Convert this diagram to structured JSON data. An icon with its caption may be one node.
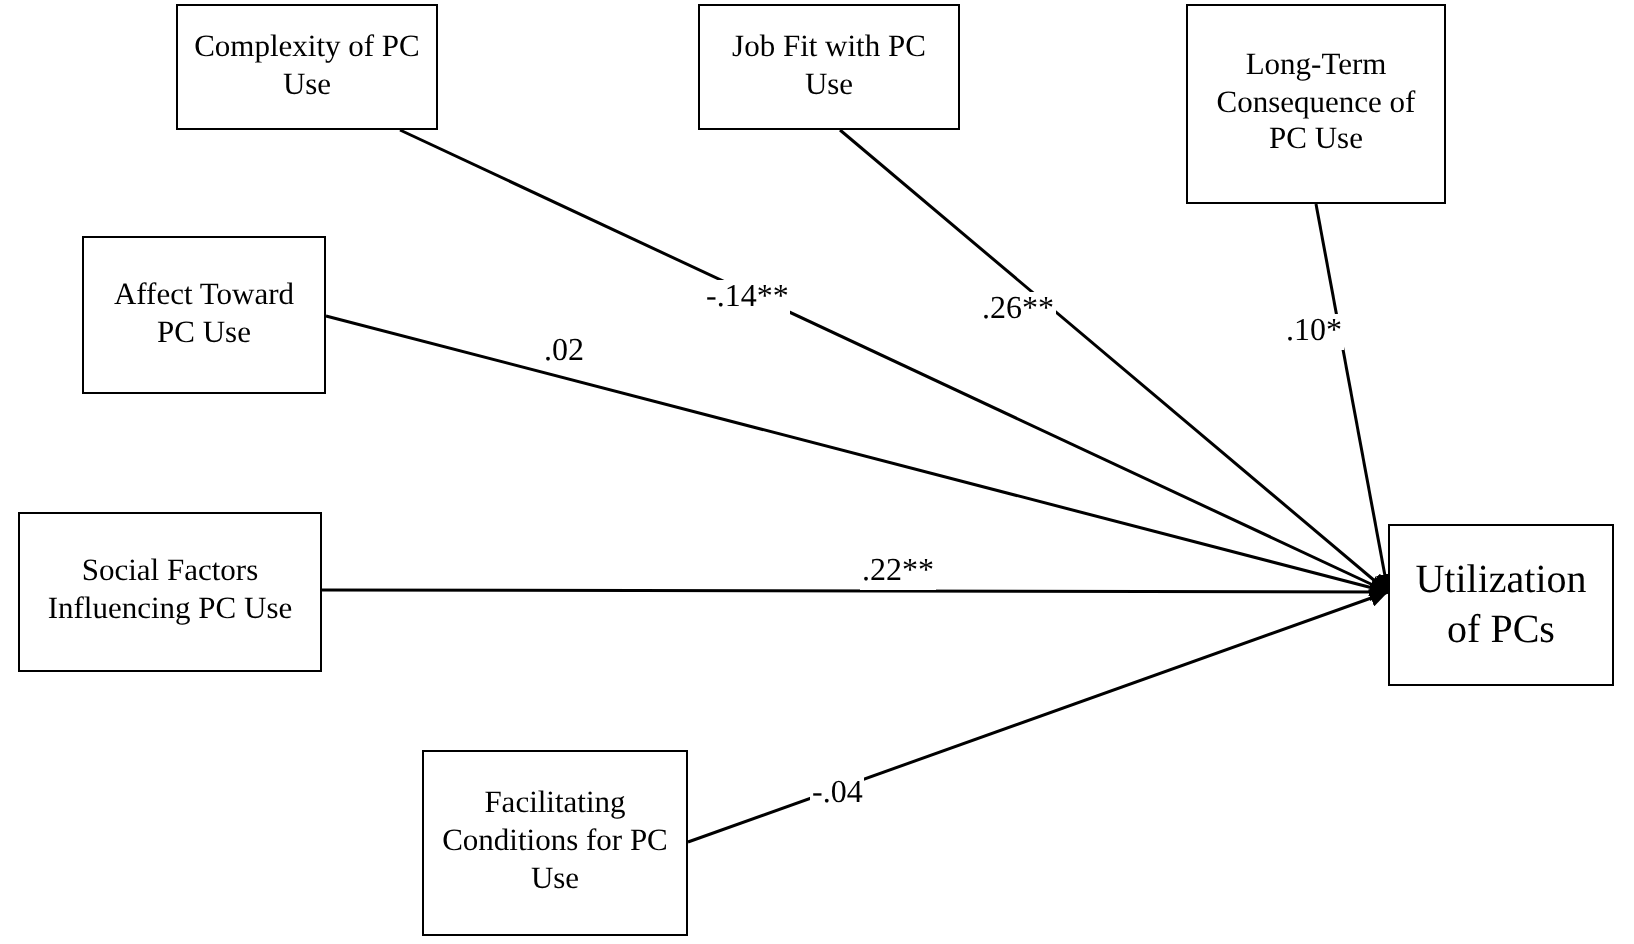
{
  "diagram": {
    "nodes": [
      {
        "text": [
          "Complexity of PC Use"
        ]
      },
      {
        "text": [
          "Job Fit with PC Use"
        ]
      },
      {
        "text": [
          "Long-Term Consequence of PC Use"
        ]
      },
      {
        "text": [
          "Affect Toward PC Use"
        ]
      },
      {
        "text": [
          "Social Factors Influencing PC Use"
        ]
      },
      {
        "text": [
          "Facilitating Conditions for PC Use"
        ]
      },
      {
        "text": [
          "Utilization of PCs"
        ]
      }
    ],
    "edges": [
      {
        "from": 0,
        "to": 6,
        "arrow": "to",
        "label": "-.14**"
      },
      {
        "from": 1,
        "to": 6,
        "arrow": "to",
        "label": ".26**"
      },
      {
        "from": 2,
        "to": 6,
        "arrow": "to",
        "label": ".10*"
      },
      {
        "from": 3,
        "to": 6,
        "arrow": "to",
        "label": ".02"
      },
      {
        "from": 4,
        "to": 6,
        "arrow": "to",
        "label": ".22**"
      },
      {
        "from": 5,
        "to": 6,
        "arrow": "to",
        "label": "-.04"
      }
    ]
  }
}
